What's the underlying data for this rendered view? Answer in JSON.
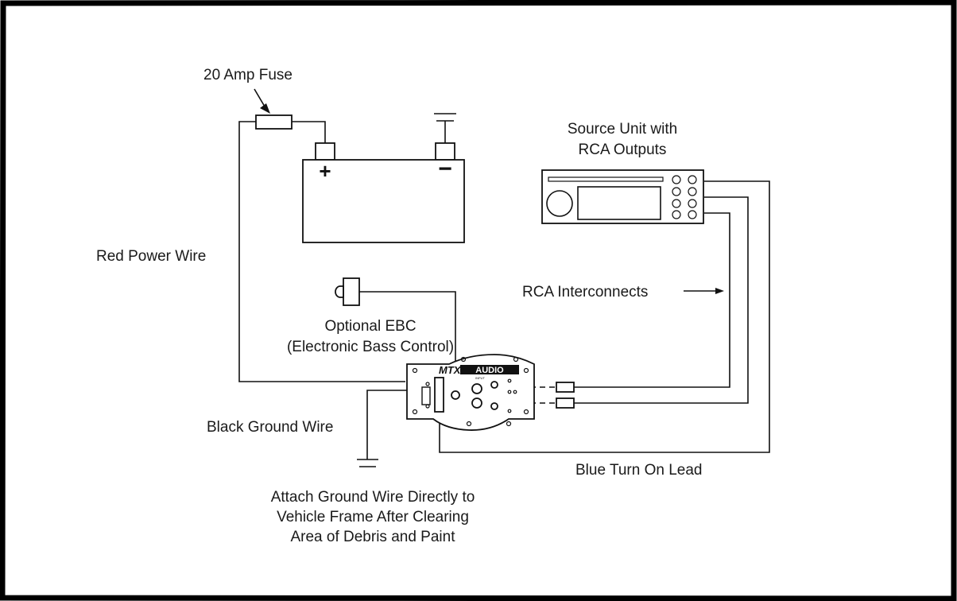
{
  "diagram": {
    "fuse_label": "20 Amp Fuse",
    "battery_plus": "+",
    "battery_minus": "−",
    "source_unit_label_1": "Source Unit with",
    "source_unit_label_2": "RCA Outputs",
    "red_power_wire": "Red Power Wire",
    "rca_interconnects": "RCA Interconnects",
    "ebc_label_1": "Optional EBC",
    "ebc_label_2": "(Electronic Bass Control)",
    "black_ground_wire": "Black Ground Wire",
    "blue_turn_on_lead": "Blue Turn On Lead",
    "ground_note_1": "Attach Ground Wire Directly to",
    "ground_note_2": "Vehicle Frame After Clearing",
    "ground_note_3": "Area of Debris and Paint",
    "amp_brand_mtx": "MTX",
    "amp_brand_audio": "AUDIO",
    "amp_input_label": "INPUT"
  },
  "colors": {
    "ink": "#111111",
    "background": "#ffffff",
    "frame": "#000000"
  }
}
